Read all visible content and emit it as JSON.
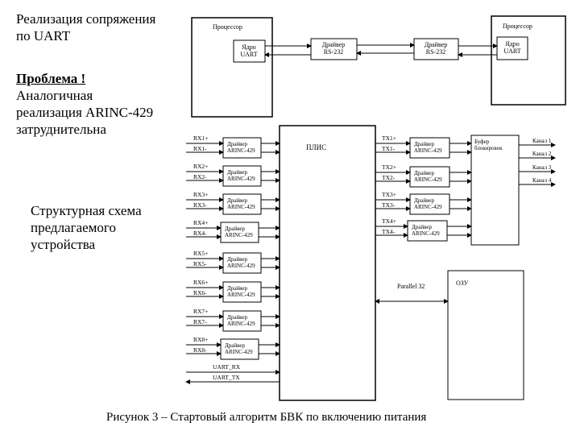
{
  "left_text": {
    "title": "Реализация сопряжения\nпо UART",
    "problem_heading": "Проблема !",
    "problem_body": "Аналогичная\nреализация ARINC-429\nзатруднительна",
    "structure_label": "Структурная схема\nпредлагаемого\nустройства"
  },
  "uart_diagram": {
    "processor_label": "Процессор",
    "core_label": "Ядро\nUART",
    "driver_label": "Драйвер\nRS-232"
  },
  "arinc_diagram": {
    "plis_label": "ПЛИС",
    "driver_label": "Драйвер\nARINC-429",
    "rx_pairs": [
      [
        "RX1+",
        "RX1-"
      ],
      [
        "RX2+",
        "RX2-"
      ],
      [
        "RX3+",
        "RX3-"
      ],
      [
        "RX4+",
        "RX4-"
      ],
      [
        "RX5+",
        "RX5-"
      ],
      [
        "RX6+",
        "RX6-"
      ],
      [
        "RX7+",
        "RX7-"
      ],
      [
        "RX8+",
        "RX8-"
      ]
    ],
    "tx_pairs": [
      [
        "TX1+",
        "TX1-"
      ],
      [
        "TX2+",
        "TX2-"
      ],
      [
        "TX3+",
        "TX3-"
      ],
      [
        "TX4+",
        "TX4-"
      ]
    ],
    "buffer_label": "Буфер\nблокировок",
    "channels": [
      "Канал 1",
      "Канал 2",
      "Канал 3",
      "Канал 4"
    ],
    "uart_rx": "UART_RX",
    "uart_tx": "UART_TX",
    "bus_label": "Parallel 32",
    "ram_label": "ОЗУ"
  },
  "caption": "Рисунок 3 – Стартовый алгоритм БВК по включению питания"
}
